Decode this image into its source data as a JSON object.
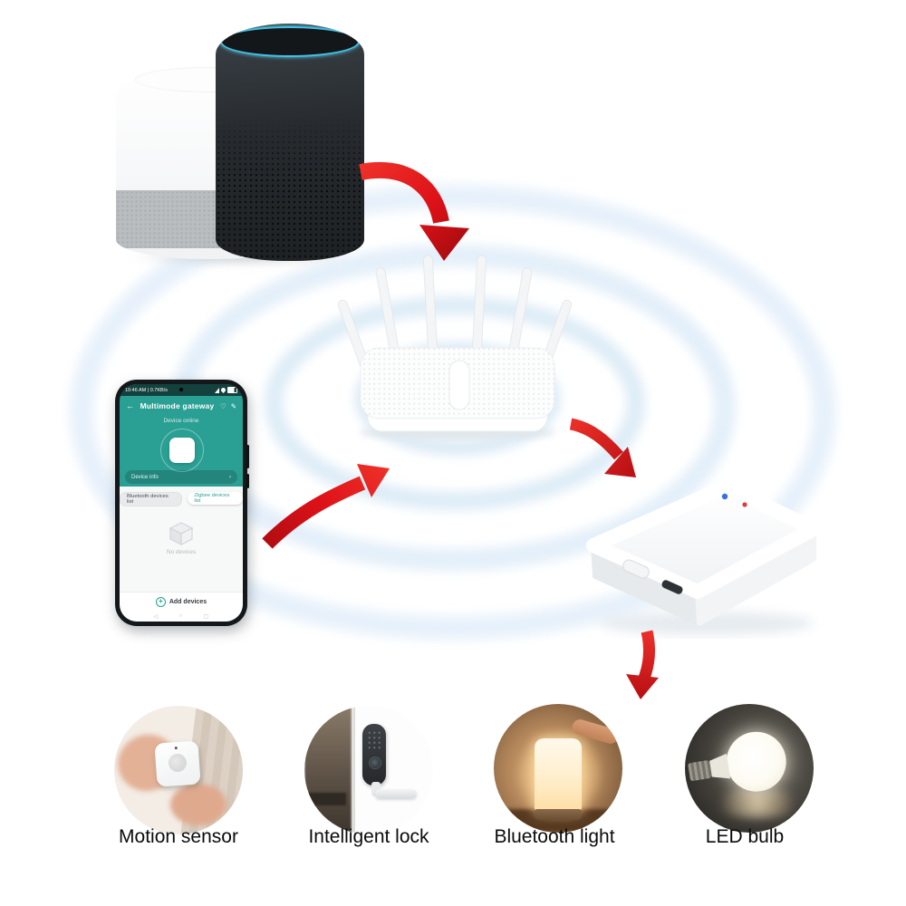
{
  "colors": {
    "app_teal": "#2a9f93",
    "arrow_red": "#e01318",
    "ripple_blue": "#d6e8f5",
    "led_blue": "#3b6fe0",
    "led_red": "#e03b3b"
  },
  "phone": {
    "status_left": "10:46 AM | 0.7KB/s",
    "title": "Multimode gateway",
    "device_status": "Device online",
    "device_info": "Device info",
    "tabs": [
      {
        "label": "Bluetooth devices list"
      },
      {
        "label": "Zigbee devices list"
      }
    ],
    "empty_text": "No devices",
    "add_button": "Add devices",
    "icons": {
      "back": "←",
      "heart": "♡",
      "edit": "✎",
      "chevron": "›",
      "plus": "+",
      "nav_back": "◁",
      "nav_home": "○",
      "nav_recents": "▢"
    }
  },
  "products": [
    {
      "label": "Motion sensor"
    },
    {
      "label": "Intelligent lock"
    },
    {
      "label": "Bluetooth light"
    },
    {
      "label": "LED bulb"
    }
  ]
}
